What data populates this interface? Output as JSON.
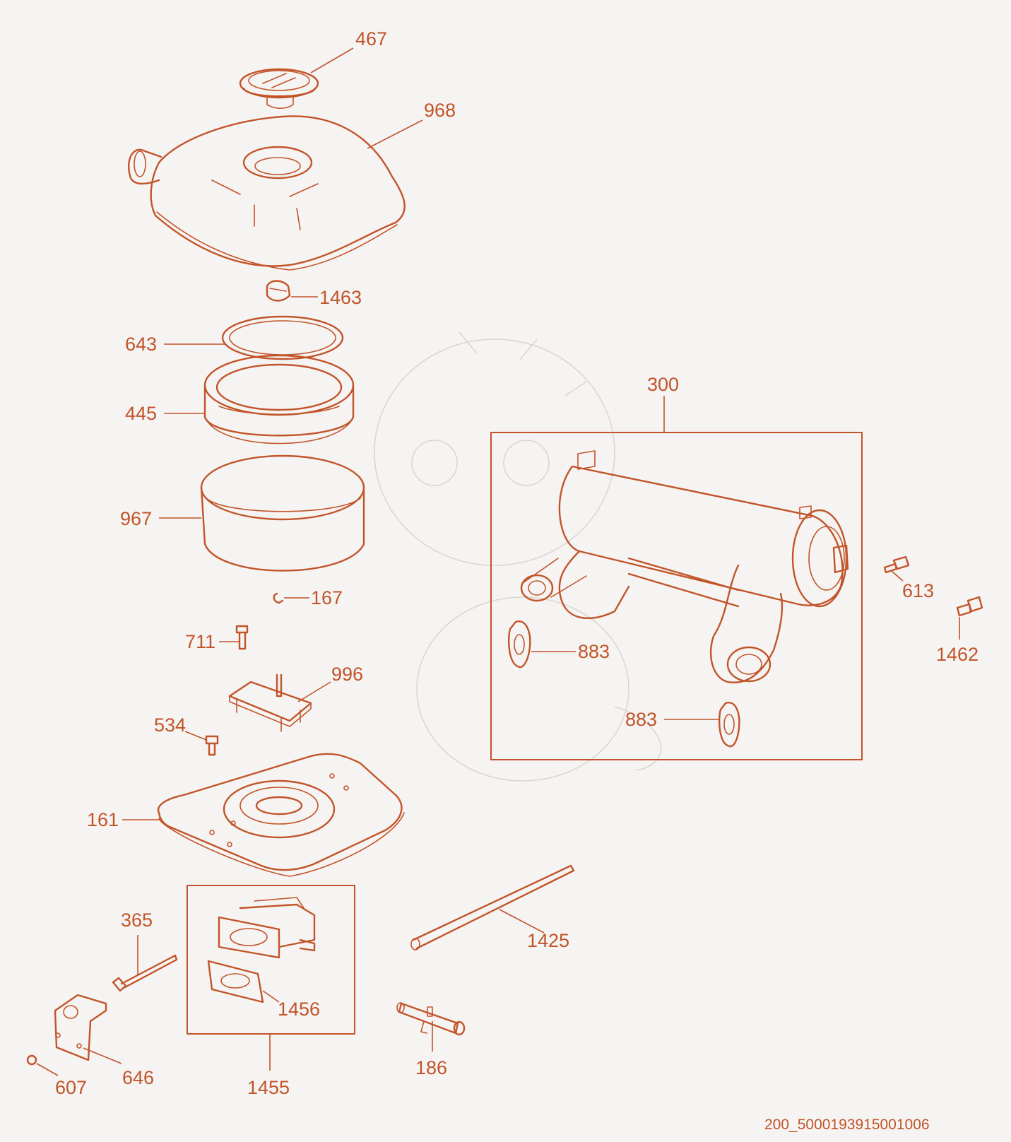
{
  "labels": {
    "p467": "467",
    "p968": "968",
    "p1463": "1463",
    "p643": "643",
    "p445": "445",
    "p967": "967",
    "p167": "167",
    "p711": "711",
    "p996": "996",
    "p534": "534",
    "p161": "161",
    "p300": "300",
    "p613": "613",
    "p1462": "1462",
    "p883a": "883",
    "p883b": "883",
    "p365": "365",
    "p1456": "1456",
    "p1425": "1425",
    "p646": "646",
    "p607": "607",
    "p1455": "1455",
    "p186": "186"
  },
  "reference_code": "200_5000193915001006",
  "colors": {
    "line": "#c2542a",
    "background": "#f6f4f2",
    "watermark": "#d9d4d0"
  }
}
